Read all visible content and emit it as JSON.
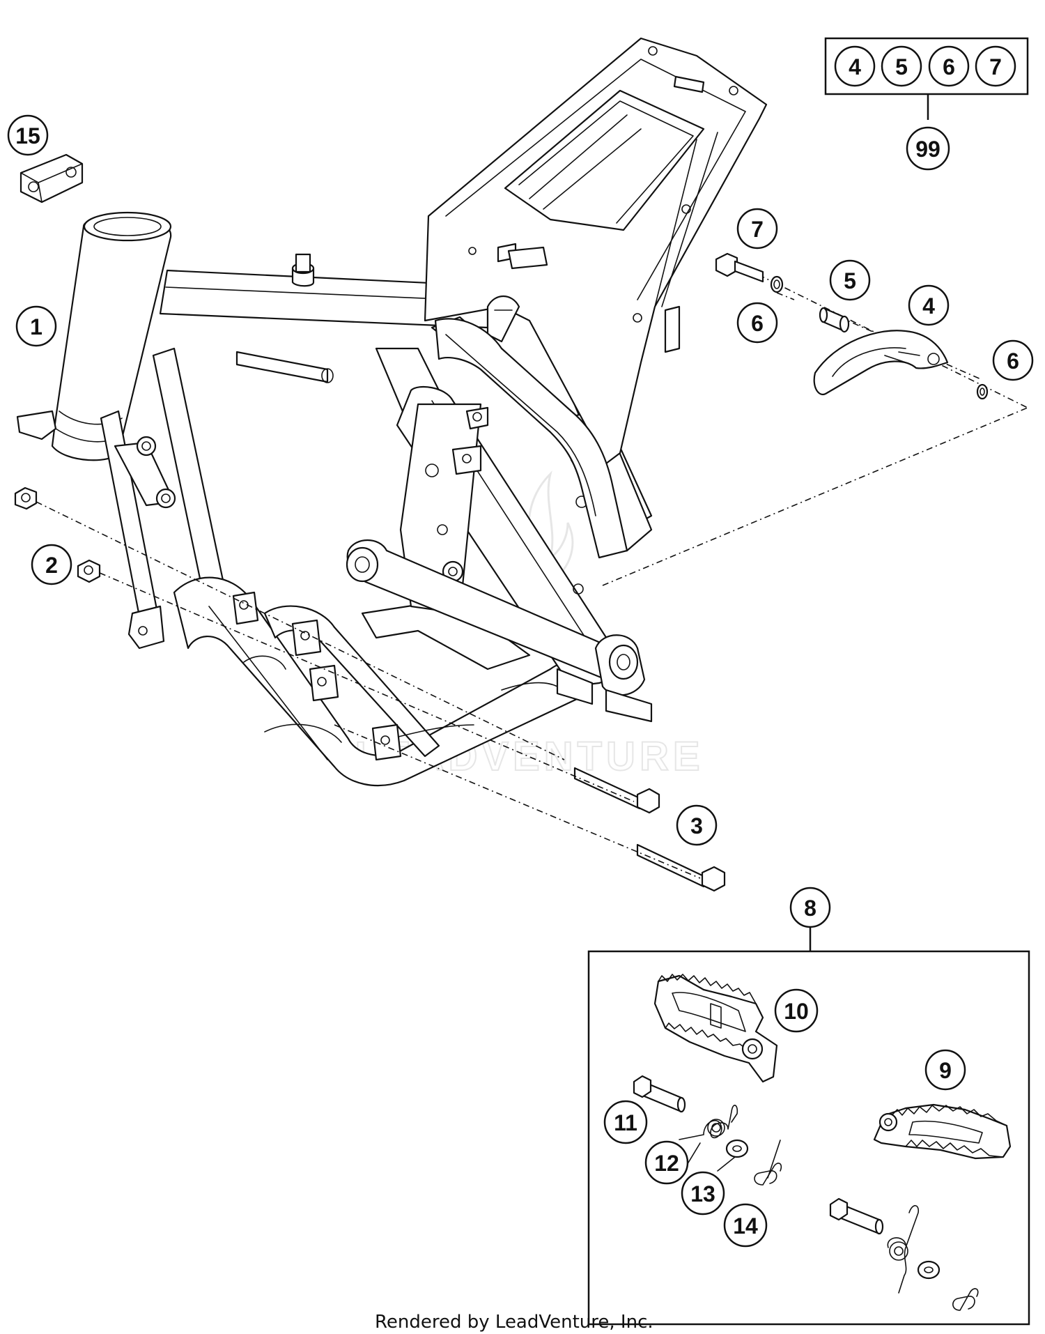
{
  "callouts": {
    "c1": "1",
    "c2": "2",
    "c3": "3",
    "c4": "4",
    "c5": "5",
    "c6a": "6",
    "c6b": "6",
    "c7": "7",
    "c8": "8",
    "c9": "9",
    "c10": "10",
    "c11": "11",
    "c12": "12",
    "c13": "13",
    "c14": "14",
    "c15": "15",
    "c99": "99"
  },
  "kit_box": {
    "k4": "4",
    "k5": "5",
    "k6": "6",
    "k7": "7"
  },
  "watermark": "LEADVENTURE",
  "credit": "Rendered by LeadVenture, Inc.",
  "colors": {
    "line": "#111111",
    "background": "#ffffff",
    "watermark": "#e6e6e6"
  }
}
